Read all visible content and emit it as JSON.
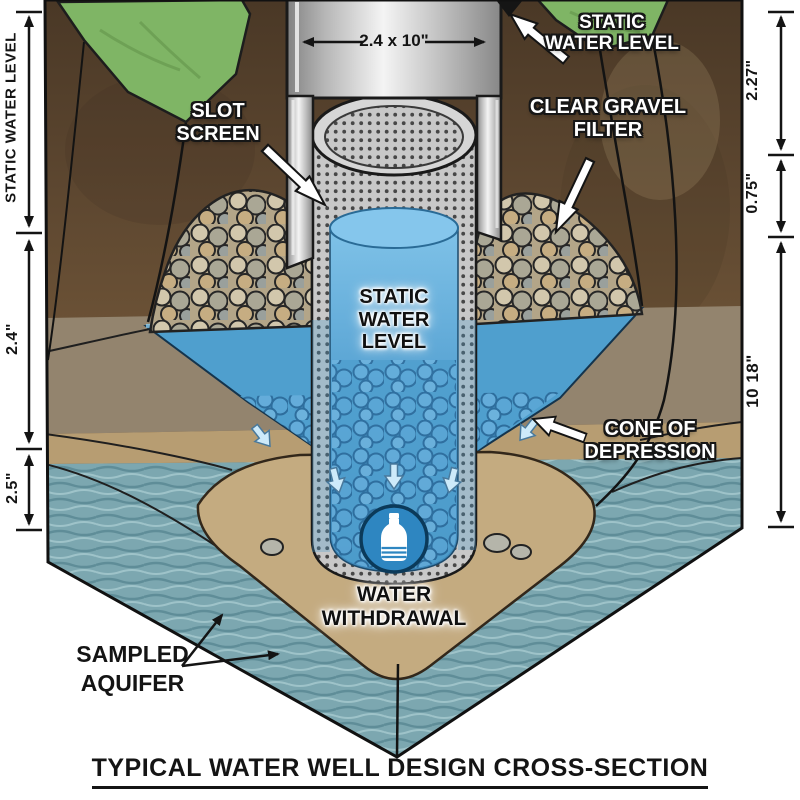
{
  "title": "TYPICAL WATER WELL DESIGN CROSS-SECTION",
  "callouts": {
    "casing_dimension": "2.4 x 10\"",
    "static_water_level_surface": [
      "STATIC",
      "WATER LEVEL"
    ],
    "slot_screen": [
      "SLOT",
      "SCREEN"
    ],
    "clear_gravel_filter": [
      "CLEAR GRAVEL",
      "FILTER"
    ],
    "static_water_level_in_well": [
      "STATIC",
      "WATER",
      "LEVEL"
    ],
    "cone_of_depression": [
      "CONE OF",
      "DEPRESSION"
    ],
    "water_withdrawal": [
      "WATER",
      "WITHDRAWAL"
    ],
    "sampled_aquifer": [
      "SAMPLED",
      "AQUIFER"
    ]
  },
  "dimensions_left": [
    {
      "label": "STATIC WATER LEVEL"
    },
    {
      "label": "2.4\""
    },
    {
      "label": "2.5\""
    }
  ],
  "dimensions_right": [
    {
      "label": "2.27\""
    },
    {
      "label": "0.75\""
    },
    {
      "label": "10 18\""
    }
  ],
  "icons": {
    "water_withdrawal": "water-bottle-icon"
  },
  "colors": {
    "grass": "#7fb565",
    "topsoil": "#5d4730",
    "gravel": "#b3a588",
    "water": "#4f9fce",
    "aquifer": "#7ca7b0",
    "screen_metal": "#c8c8c8",
    "casing_metal": "#d9d9d9",
    "withdrawal_circle": "#2e86c1",
    "outline": "#111111"
  }
}
